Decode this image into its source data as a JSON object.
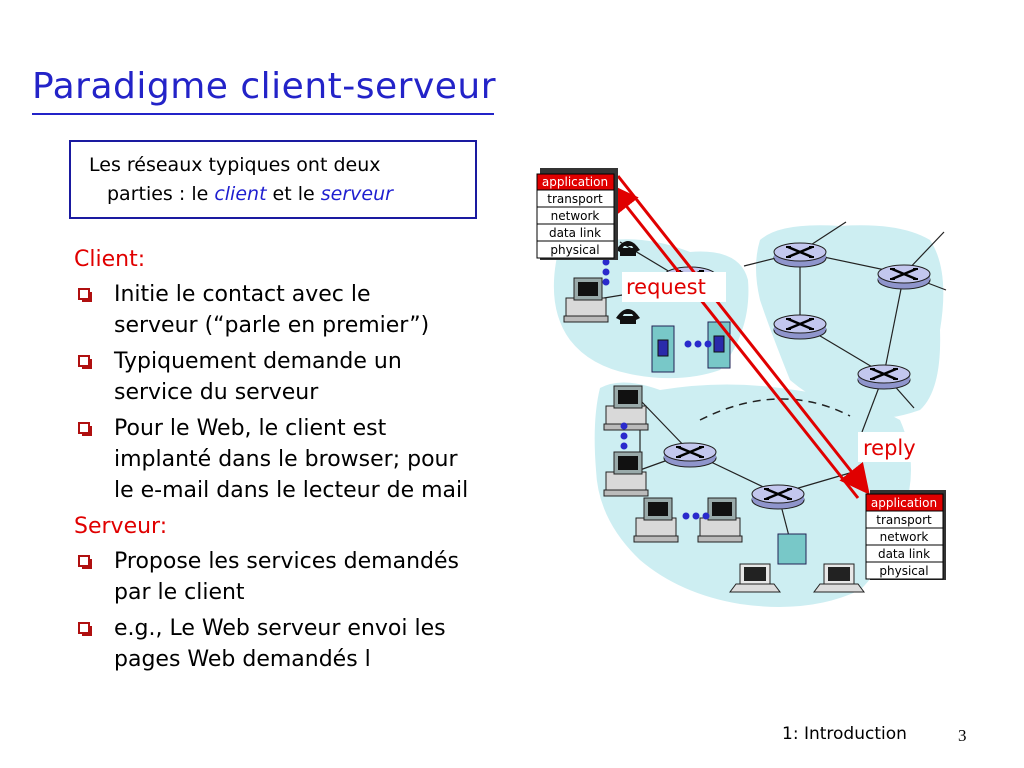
{
  "title": "Paradigme client-serveur",
  "intro": {
    "line1": "Les réseaux typiques ont deux",
    "line2_a": "parties : le ",
    "client_word": "client",
    "line2_b": " et le ",
    "server_word": "serveur"
  },
  "client_heading": "Client:",
  "client_items": [
    [
      "Initie le contact avec le",
      "serveur (“parle en premier”)"
    ],
    [
      "Typiquement demande un",
      "service du serveur"
    ],
    [
      "Pour le  Web, le client est",
      "implanté dans le browser; pour",
      "le e-mail dans le lecteur de mail"
    ]
  ],
  "server_heading": "Serveur:",
  "server_items": [
    [
      "Propose les services demandés",
      "par le client"
    ],
    [
      "e.g., Le Web serveur envoi les",
      "pages Web demandés l"
    ]
  ],
  "stack_layers": [
    "application",
    "transport",
    "network",
    "data link",
    "physical"
  ],
  "request_label": "request",
  "reply_label": "reply",
  "footer": "1: Introduction",
  "page_number": "3",
  "colors": {
    "title": "#2323c8",
    "heading": "#e00000",
    "arrow": "#e00000",
    "cloud": "#cdeef2",
    "router": "#b9bde8"
  }
}
